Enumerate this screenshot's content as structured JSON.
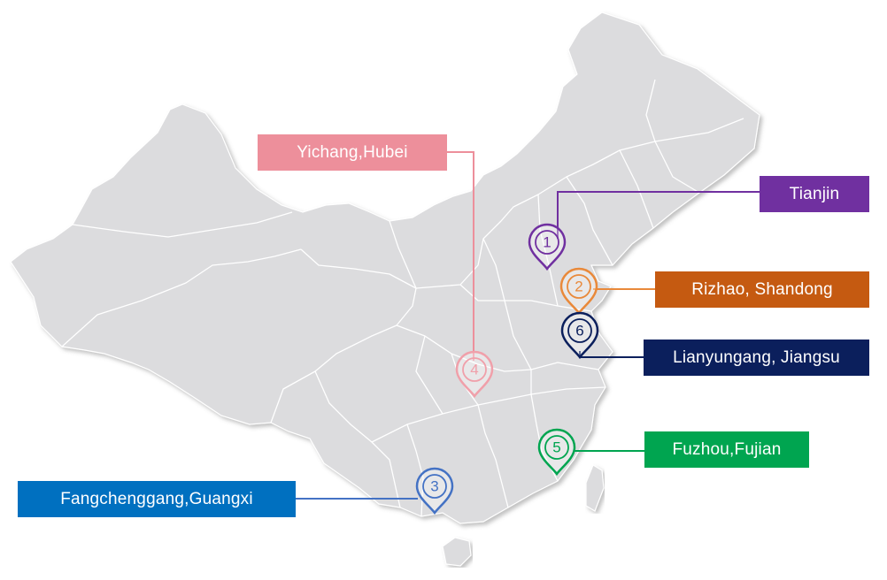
{
  "map": {
    "region": "China",
    "land_color": "#dcdcde",
    "border_color": "#ffffff"
  },
  "markers": [
    {
      "id": "1",
      "number": "1",
      "label": "Tianjin",
      "color": "#7030a0",
      "icon": "map-pin-icon"
    },
    {
      "id": "2",
      "number": "2",
      "label": "Rizhao, Shandong",
      "color": "#e9893a",
      "box_color": "#c55a11",
      "icon": "map-pin-icon"
    },
    {
      "id": "3",
      "number": "3",
      "label": "Fangchenggang,Guangxi",
      "color": "#4472c4",
      "box_color": "#0070c0",
      "icon": "map-pin-icon"
    },
    {
      "id": "4",
      "number": "4",
      "label": "Yichang,Hubei",
      "color": "#f0a0aa",
      "box_color": "#ed8f9b",
      "icon": "map-pin-icon"
    },
    {
      "id": "5",
      "number": "5",
      "label": "Fuzhou,Fujian",
      "color": "#00a550",
      "icon": "map-pin-icon"
    },
    {
      "id": "6",
      "number": "6",
      "label": "Lianyungang, Jiangsu",
      "color": "#0b1f5c",
      "box_color": "#0b1f5c",
      "icon": "map-pin-icon"
    }
  ]
}
